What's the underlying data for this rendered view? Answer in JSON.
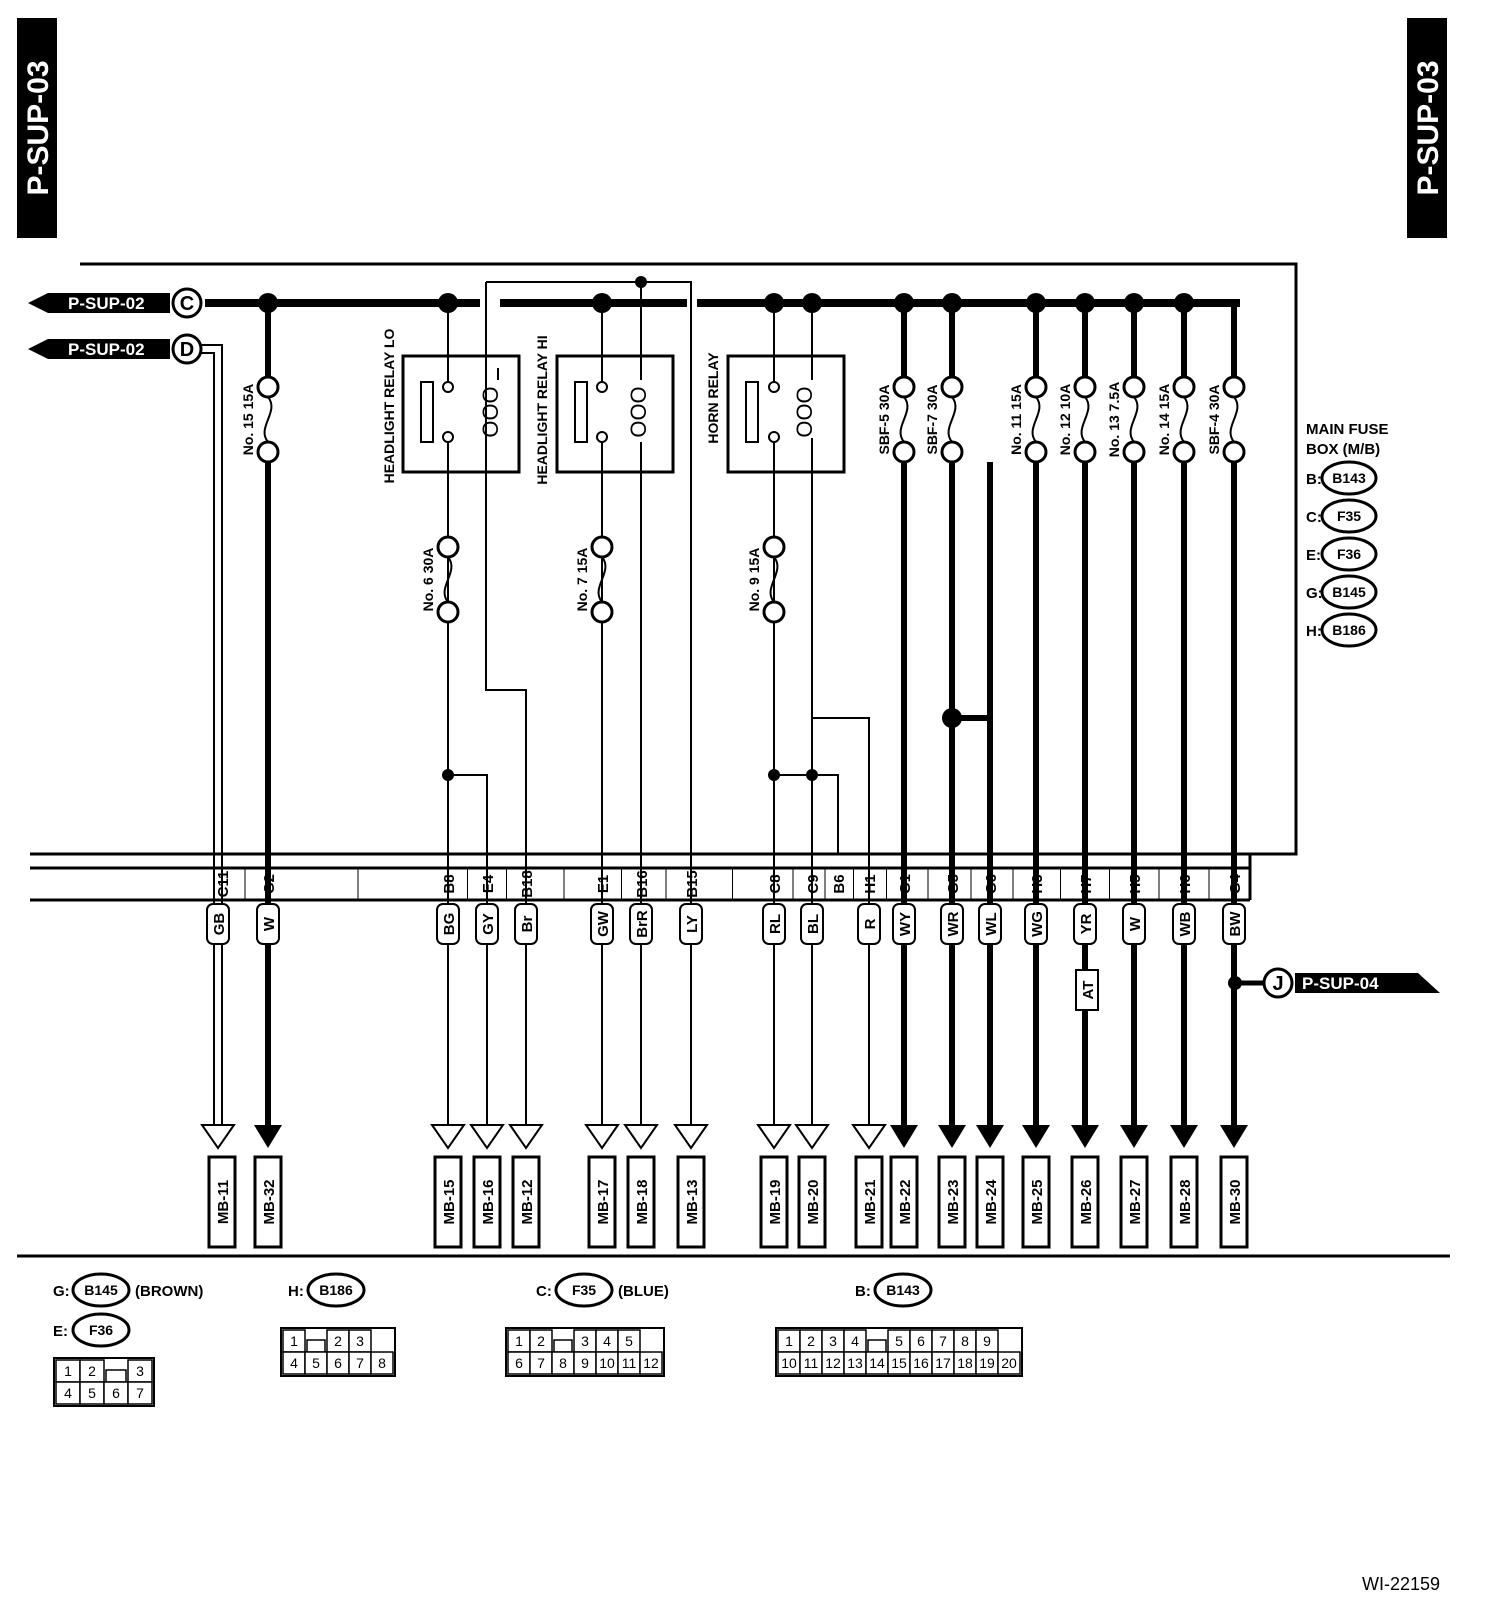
{
  "page": {
    "tag_left": "P-SUP-03",
    "tag_right": "P-SUP-03",
    "figure_id": "WI-22159"
  },
  "refs": {
    "in_c": {
      "page": "P-SUP-02",
      "letter": "C"
    },
    "in_d": {
      "page": "P-SUP-02",
      "letter": "D"
    },
    "out_j": {
      "page": "P-SUP-04",
      "letter": "J"
    }
  },
  "relays": [
    {
      "id": "lo",
      "label": "HEADLIGHT RELAY LO"
    },
    {
      "id": "hi",
      "label": "HEADLIGHT RELAY HI"
    },
    {
      "id": "horn",
      "label": "HORN RELAY"
    }
  ],
  "fuses": [
    {
      "id": "f15",
      "label": "No. 15 15A"
    },
    {
      "id": "f6",
      "label": "No. 6 30A"
    },
    {
      "id": "f7",
      "label": "No. 7 15A"
    },
    {
      "id": "f9",
      "label": "No. 9 15A"
    },
    {
      "id": "sbf5",
      "label": "SBF-5 30A"
    },
    {
      "id": "sbf7",
      "label": "SBF-7 30A"
    },
    {
      "id": "f11",
      "label": "No. 11 15A"
    },
    {
      "id": "f12",
      "label": "No. 12 10A"
    },
    {
      "id": "f13",
      "label": "No. 13 7.5A"
    },
    {
      "id": "f14",
      "label": "No. 14 15A"
    },
    {
      "id": "sbf4",
      "label": "SBF-4 30A"
    }
  ],
  "fuse_box": {
    "title_line1": "MAIN FUSE",
    "title_line2": "BOX (M/B)",
    "connectors": [
      {
        "letter": "B:",
        "code": "B143"
      },
      {
        "letter": "C:",
        "code": "F35"
      },
      {
        "letter": "E:",
        "code": "F36"
      },
      {
        "letter": "G:",
        "code": "B145"
      },
      {
        "letter": "H:",
        "code": "B186"
      }
    ]
  },
  "pins": [
    "C11",
    "G2",
    "B8",
    "E4",
    "B18",
    "E1",
    "B16",
    "B15",
    "C8",
    "C9",
    "B6",
    "H1",
    "G1",
    "G5",
    "G6",
    "H3",
    "H7",
    "H5",
    "H6",
    "G4"
  ],
  "wires": [
    "GB",
    "W",
    "BG",
    "GY",
    "Br",
    "GW",
    "BrR",
    "LY",
    "RL",
    "BL",
    "R",
    "WY",
    "WR",
    "WL",
    "WG",
    "YR",
    "W",
    "WB",
    "BW"
  ],
  "option_badge": "AT",
  "destinations": [
    "MB-11",
    "MB-32",
    "MB-15",
    "MB-16",
    "MB-12",
    "MB-17",
    "MB-18",
    "MB-13",
    "MB-19",
    "MB-20",
    "MB-21",
    "MB-22",
    "MB-23",
    "MB-24",
    "MB-25",
    "MB-26",
    "MB-27",
    "MB-28",
    "MB-30"
  ],
  "connector_views": [
    {
      "letter": "G:",
      "code": "B145",
      "color": "(BROWN)",
      "rows": [
        [
          "1",
          "2",
          "",
          "3"
        ],
        [
          "4",
          "5",
          "6",
          "7"
        ]
      ]
    },
    {
      "letter": "E:",
      "code": "F36",
      "color": ""
    },
    {
      "letter": "H:",
      "code": "B186",
      "color": "",
      "rows": [
        [
          "1",
          "",
          "2",
          "3"
        ],
        [
          "4",
          "5",
          "6",
          "7",
          "8"
        ]
      ]
    },
    {
      "letter": "C:",
      "code": "F35",
      "color": "(BLUE)",
      "rows": [
        [
          "1",
          "2",
          "",
          "3",
          "4",
          "5"
        ],
        [
          "6",
          "7",
          "8",
          "9",
          "10",
          "11",
          "12"
        ]
      ]
    },
    {
      "letter": "B:",
      "code": "B143",
      "color": "",
      "rows": [
        [
          "1",
          "2",
          "3",
          "4",
          "",
          "5",
          "6",
          "7",
          "8",
          "9"
        ],
        [
          "10",
          "11",
          "12",
          "13",
          "14",
          "15",
          "16",
          "17",
          "18",
          "19",
          "20"
        ]
      ]
    }
  ]
}
